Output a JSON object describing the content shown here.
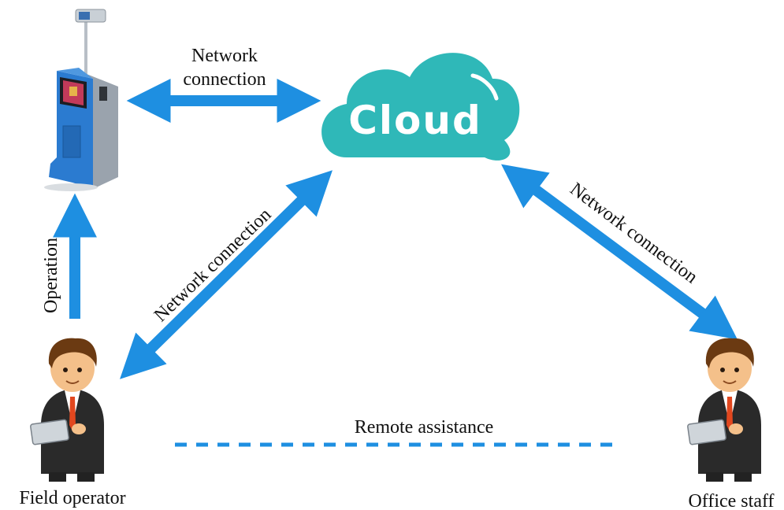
{
  "cloud": {
    "label": "Cloud"
  },
  "labels": {
    "kiosk_to_cloud_line1": "Network",
    "kiosk_to_cloud_line2": "connection",
    "operator_to_cloud": "Network connection",
    "cloud_to_staff": "Network connection",
    "operation": "Operation",
    "remote_assistance": "Remote assistance",
    "field_operator": "Field operator",
    "office_staff": "Office staff"
  },
  "colors": {
    "arrow": "#1e8fe1",
    "cloud": "#2fb8b8",
    "kiosk_body": "#2b7bd0",
    "kiosk_side": "#9aa3ad",
    "suit": "#2a2a2a",
    "skin": "#f4c08a",
    "hair": "#6b3a12",
    "tie": "#e2471e"
  },
  "icons": {
    "kiosk": "kiosk-terminal-icon",
    "cloud": "cloud-icon",
    "field_operator": "businessman-tablet-icon",
    "office_staff": "businessman-tablet-icon"
  }
}
